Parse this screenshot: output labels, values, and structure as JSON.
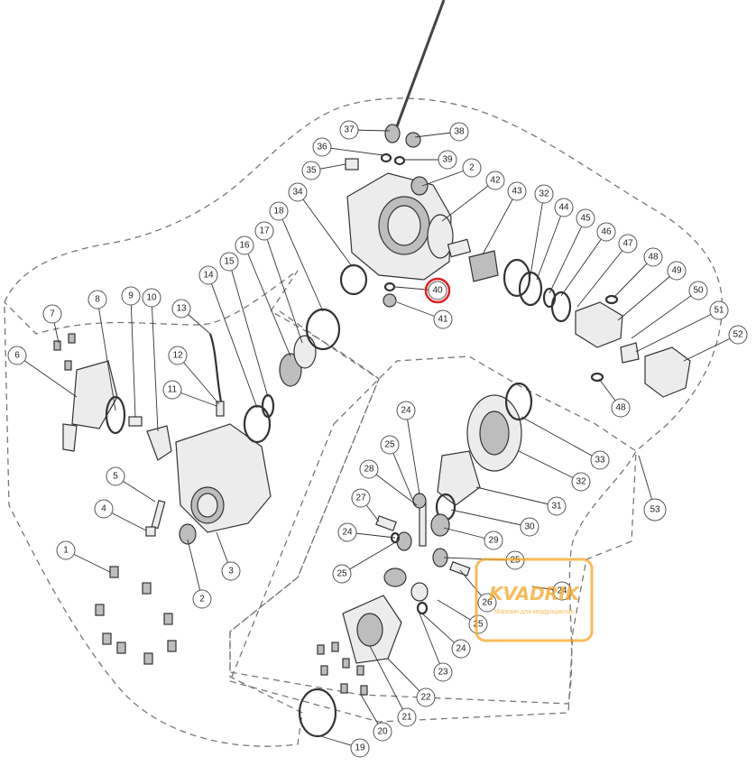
{
  "diagram": {
    "highlight_color": "#e02020",
    "highlighted_part": "40",
    "part_labels": {
      "p1": "1",
      "p2a": "2",
      "p2b": "2",
      "p3": "3",
      "p4": "4",
      "p5": "5",
      "p6": "6",
      "p7": "7",
      "p8": "8",
      "p9": "9",
      "p10": "10",
      "p11": "11",
      "p12": "12",
      "p13": "13",
      "p14": "14",
      "p15": "15",
      "p16": "16",
      "p17": "17",
      "p18": "18",
      "p19": "19",
      "p20": "20",
      "p21": "21",
      "p22": "22",
      "p23": "23",
      "p24a": "24",
      "p24b": "24",
      "p24c": "24",
      "p24d": "24",
      "p25a": "25",
      "p25b": "25",
      "p25c": "25",
      "p25d": "25",
      "p26": "26",
      "p27": "27",
      "p28": "28",
      "p29": "29",
      "p30": "30",
      "p31": "31",
      "p32a": "32",
      "p32b": "32",
      "p33": "33",
      "p34": "34",
      "p35": "35",
      "p36": "36",
      "p37": "37",
      "p38": "38",
      "p39": "39",
      "p40": "40",
      "p41": "41",
      "p42": "42",
      "p43": "43",
      "p44": "44",
      "p45": "45",
      "p46": "46",
      "p47": "47",
      "p48a": "48",
      "p48b": "48",
      "p49": "49",
      "p50": "50",
      "p51": "51",
      "p52": "52",
      "p53": "53"
    }
  },
  "watermark": {
    "brand": "KVADRIK",
    "tagline": "Магазин для квадроциклов",
    "color": "#f5a623"
  }
}
